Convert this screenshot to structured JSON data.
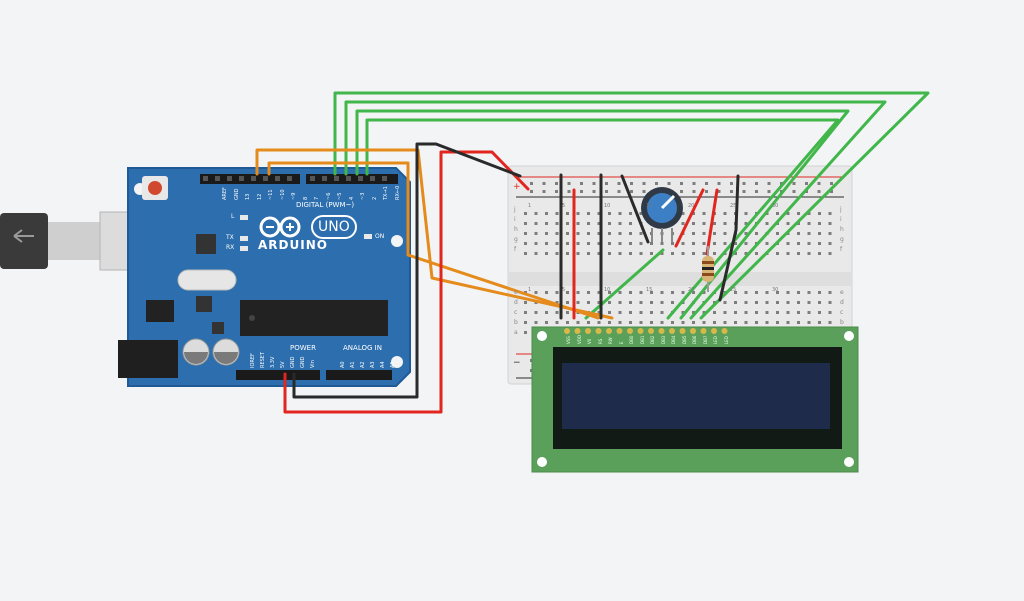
{
  "arduino": {
    "brand": "ARDUINO",
    "model": "UNO",
    "digital_header_label": "DIGITAL (PWM~)",
    "digital_pins": [
      "AREF",
      "GND",
      "13",
      "12",
      "~11",
      "~10",
      "~9",
      "8",
      "7",
      "~6",
      "~5",
      "4",
      "~3",
      "2",
      "TX→1",
      "RX←0"
    ],
    "power_header_label": "POWER",
    "power_pins": [
      "IOREF",
      "RESET",
      "3.3V",
      "5V",
      "GND",
      "GND",
      "Vin"
    ],
    "analog_header_label": "ANALOG IN",
    "analog_pins": [
      "A0",
      "A1",
      "A2",
      "A3",
      "A4",
      "A5"
    ],
    "led_labels": {
      "l": "L",
      "tx": "TX",
      "rx": "RX",
      "on": "ON"
    }
  },
  "breadboard": {
    "rail_plus": "+",
    "rail_minus": "−",
    "column_numbers": [
      "1",
      "5",
      "10",
      "15",
      "20",
      "25",
      "30"
    ],
    "row_letters_top": [
      "j",
      "i",
      "h",
      "g",
      "f"
    ],
    "row_letters_bottom": [
      "e",
      "d",
      "c",
      "b",
      "a"
    ]
  },
  "lcd": {
    "pin_labels": [
      "VSS",
      "VDD",
      "V0",
      "RS",
      "RW",
      "E",
      "DB0",
      "DB1",
      "DB2",
      "DB3",
      "DB4",
      "DB5",
      "DB6",
      "DB7",
      "LED",
      "LED"
    ]
  },
  "colors": {
    "board": "#2c6eae",
    "board_edge": "#1f5a96",
    "breadboard": "#e9e9e9",
    "lcd_pcb": "#5aa05a",
    "lcd_screen": "#1e2b4a",
    "wire_green": "#41b64a",
    "wire_orange": "#e58b1c",
    "wire_red": "#e0261f",
    "wire_black": "#2a2a2a",
    "potentiometer": "#3d7fc4"
  }
}
